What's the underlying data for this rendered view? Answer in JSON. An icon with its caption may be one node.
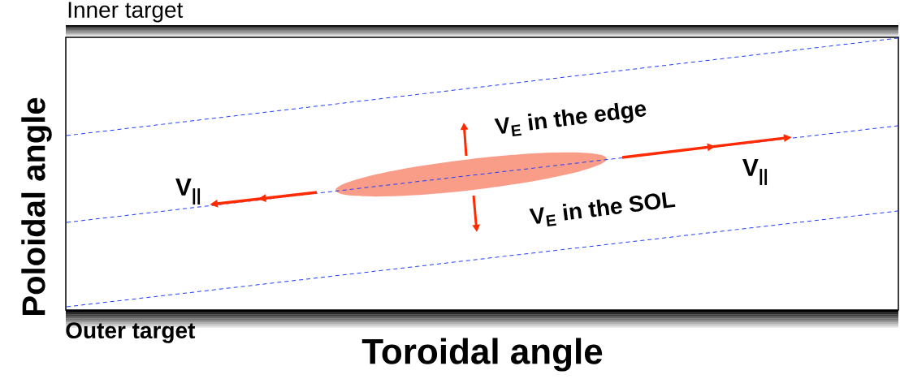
{
  "diagram": {
    "nodes": [
      {
        "text": [],
        "shape": "ellipse"
      }
    ],
    "labels": [
      "Inner target",
      "V$_{E}$ in the edge",
      "V$_{||}$",
      "V$_{||}$",
      "V$_{E}$ in the SOL",
      "Outer target",
      "Poloidal angle",
      "Toroidal angle"
    ]
  }
}
